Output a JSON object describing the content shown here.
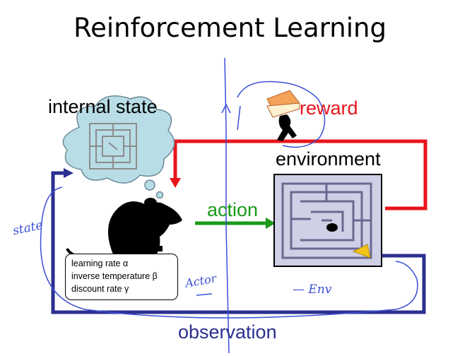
{
  "title": "Reinforcement Learning",
  "labels": {
    "internal_state": "internal state",
    "reward": "reward",
    "environment": "environment",
    "action": "action",
    "observation": "observation"
  },
  "agent_parameters": [
    "learning rate α",
    "inverse temperature β",
    "discount rate γ"
  ],
  "handwritten_notes": {
    "state": "state",
    "actor": "Actor",
    "env": "— Env"
  },
  "colors": {
    "reward": "#e8141b",
    "action": "#1a9a1a",
    "observation": "#2b2f8f",
    "ink": "#3a4fd6"
  },
  "icons": {
    "internal_state": "thought-cloud-maze-icon",
    "agent": "rat-silhouette-icon",
    "reward": "cake-carrying-figure-icon",
    "environment": "maze-box-icon"
  }
}
